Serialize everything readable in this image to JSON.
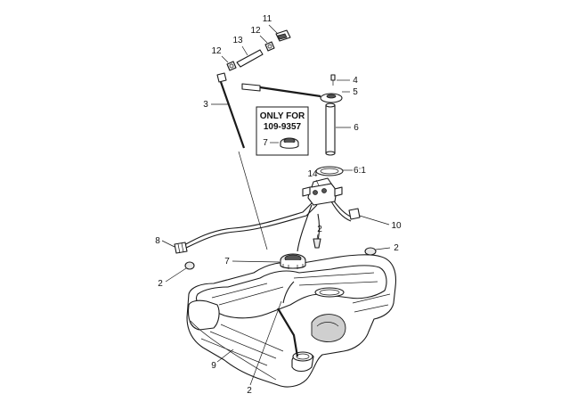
{
  "inset": {
    "line1": "ONLY FOR",
    "line2": "109-9357",
    "callout": "7"
  },
  "callouts": [
    {
      "id": "c11",
      "label": "11"
    },
    {
      "id": "c12a",
      "label": "12"
    },
    {
      "id": "c13",
      "label": "13"
    },
    {
      "id": "c12b",
      "label": "12"
    },
    {
      "id": "c3",
      "label": "3"
    },
    {
      "id": "c4",
      "label": "4"
    },
    {
      "id": "c5",
      "label": "5"
    },
    {
      "id": "c6",
      "label": "6"
    },
    {
      "id": "c14",
      "label": "14"
    },
    {
      "id": "c61",
      "label": "6:1"
    },
    {
      "id": "c10",
      "label": "10"
    },
    {
      "id": "c2a",
      "label": "2"
    },
    {
      "id": "c2b",
      "label": "2"
    },
    {
      "id": "c8",
      "label": "8"
    },
    {
      "id": "c7",
      "label": "7"
    },
    {
      "id": "c2c",
      "label": "2"
    },
    {
      "id": "c9",
      "label": "9"
    },
    {
      "id": "c2d",
      "label": "2"
    }
  ]
}
